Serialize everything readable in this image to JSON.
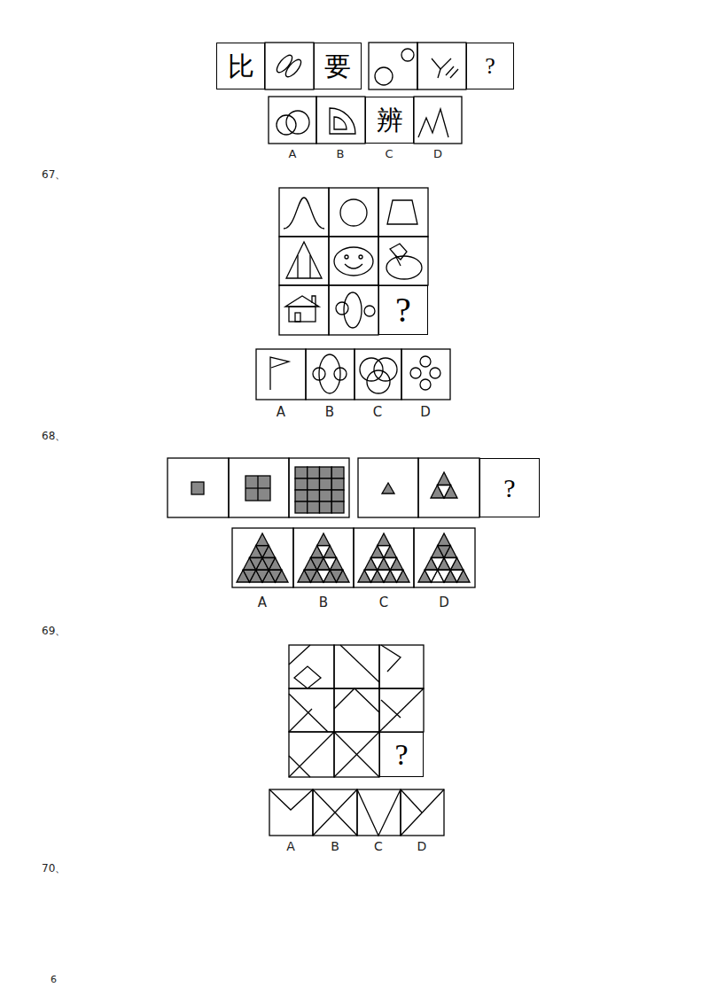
{
  "diagram": {
    "nodes": [
      {
        "text": [
          "比"
        ]
      },
      {
        "text": [
          "要"
        ]
      },
      {
        "text": [
          "?"
        ]
      },
      {
        "text": [
          "辨"
        ]
      },
      {
        "text": [
          "?"
        ]
      },
      {
        "text": [
          "?"
        ]
      },
      {
        "text": [
          "?"
        ]
      }
    ],
    "labels": [
      "A",
      "B",
      "C",
      "D",
      "67、",
      "A",
      "B",
      "C",
      "D",
      "68、",
      "A",
      "B",
      "C",
      "D",
      "69、",
      "A",
      "B",
      "C",
      "D",
      "70、",
      "6"
    ]
  }
}
